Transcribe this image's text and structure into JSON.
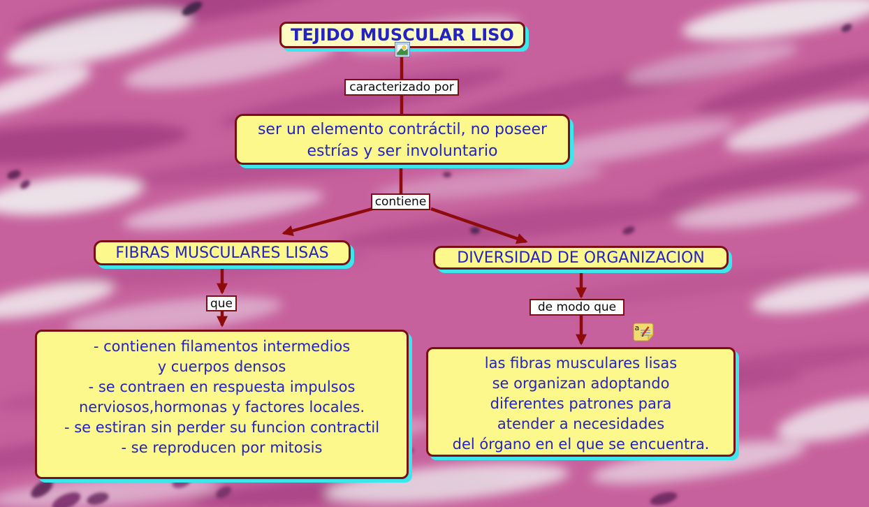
{
  "colors": {
    "title_fill": "#FDFAC2",
    "concept_fill": "#FCF88C",
    "border": "#7B0E12",
    "arrow": "#8E0B0B",
    "shadow": "#3BE6EC",
    "text_blue": "#2323C4",
    "label_bg": "#FFFFFF",
    "label_text": "#0A0A0A",
    "bg_pink": "#C7619D"
  },
  "map": {
    "title": "TEJIDO MUSCULAR LISO",
    "nodes": {
      "definition": "ser un elemento contráctil, no poseer\nestrías y ser involuntario",
      "fibras": "FIBRAS MUSCULARES LISAS",
      "diversidad": "DIVERSIDAD DE ORGANIZACION",
      "fibras_detail": "- contienen filamentos intermedios\ny cuerpos densos\n- se contraen en respuesta impulsos\nnerviosos,hormonas y factores locales.\n- se estiran sin perder su funcion contractil\n- se reproducen por mitosis",
      "diversidad_detail": "las fibras musculares lisas\nse organizan adoptando\ndiferentes patrones para\natender a necesidades\ndel órgano en el que se encuentra."
    },
    "links": {
      "caracterizado_por": "caracterizado por",
      "contiene": "contiene",
      "que": "que",
      "de_modo_que": "de modo que"
    },
    "icons": {
      "image_resource": "image-resource-icon",
      "text_note": "text-note-icon"
    }
  }
}
